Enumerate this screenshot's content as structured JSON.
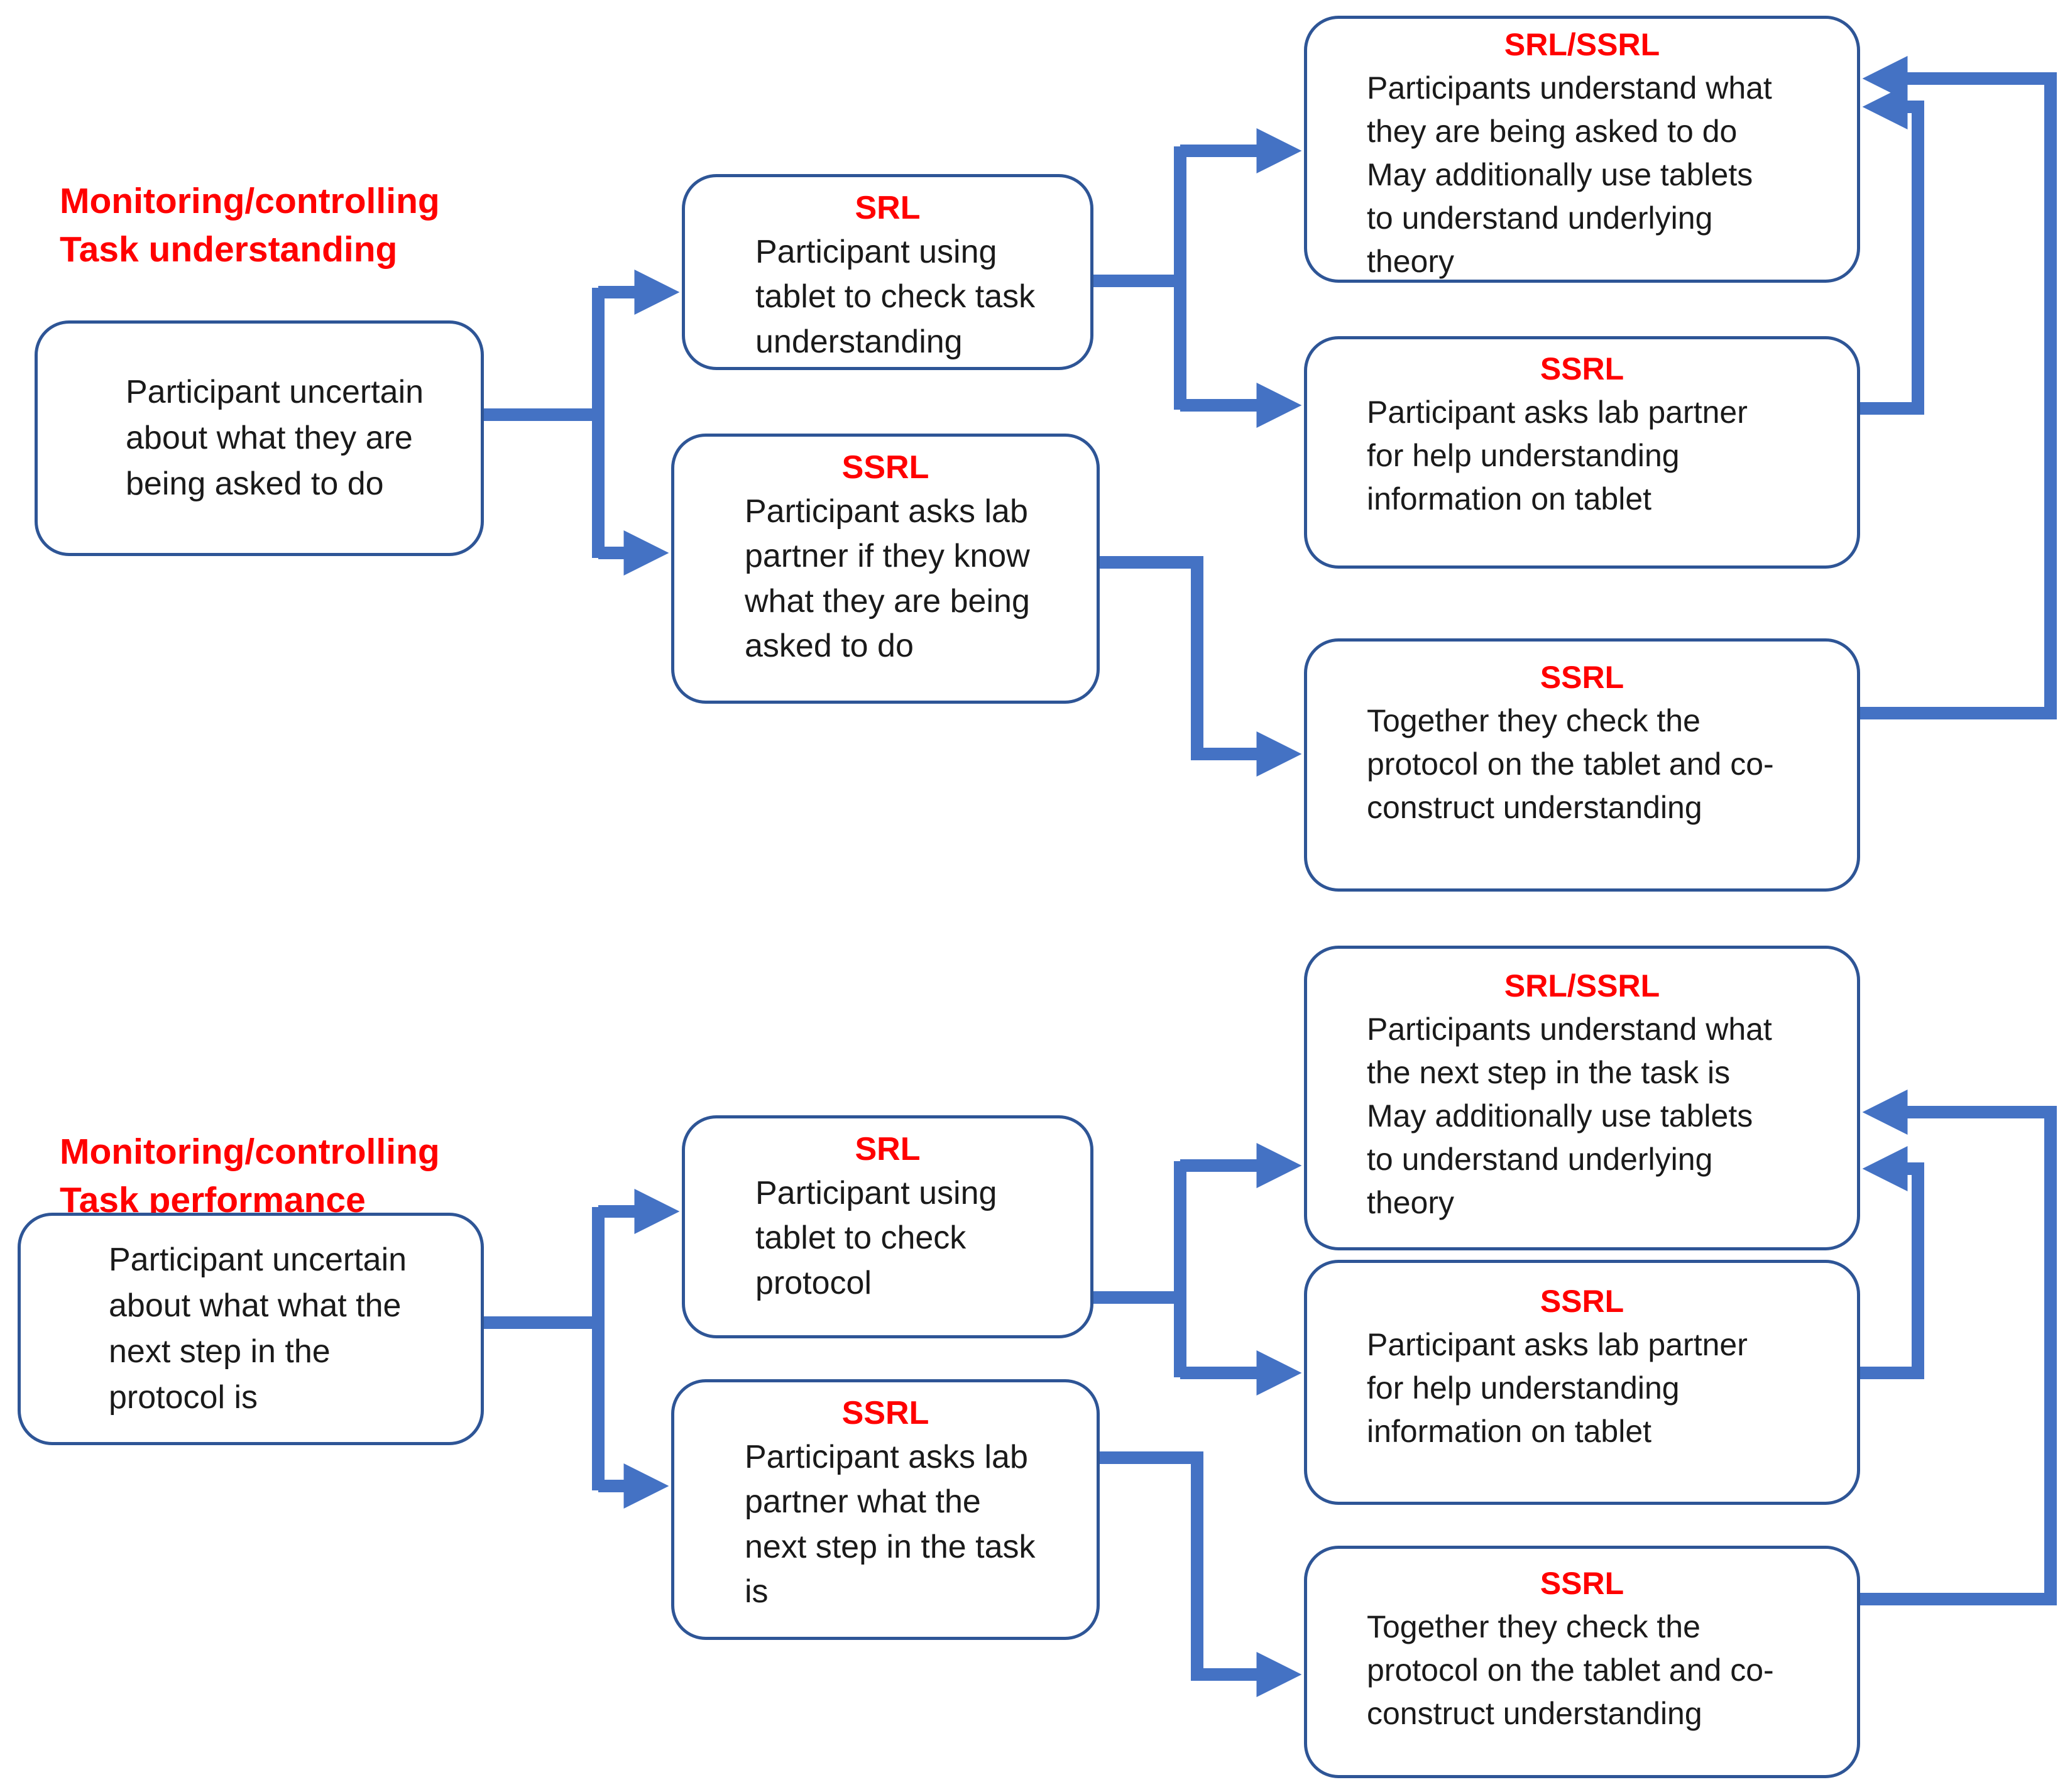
{
  "colors": {
    "connector_blue": "#4472C4",
    "border_blue": "#2E5596",
    "heading_red": "#FF0000",
    "body_text": "#1A1A1A"
  },
  "sections": [
    {
      "heading": "Monitoring/controlling\nTask understanding",
      "start_box": "Participant uncertain\nabout what they are\nbeing asked to do",
      "srl_box": {
        "title": "SRL",
        "body": "Participant using\ntablet to check task\nunderstanding"
      },
      "ssrl_ask_box": {
        "title": "SSRL",
        "body": "Participant asks lab\npartner if they know\nwhat they are being\nasked to do"
      },
      "outcome_box": {
        "title": "SRL/SSRL",
        "body": "Participants understand what\nthey are being asked to do\nMay additionally use tablets\nto understand underlying\ntheory"
      },
      "ssrl_help_box": {
        "title": "SSRL",
        "body": "Participant asks lab partner\nfor help understanding\ninformation on tablet"
      },
      "ssrl_together_box": {
        "title": "SSRL",
        "body": "Together they check the\nprotocol on the tablet and co-\nconstruct understanding"
      }
    },
    {
      "heading": "Monitoring/controlling\nTask performance",
      "start_box": "Participant uncertain\nabout what what the\nnext step in the\nprotocol is",
      "srl_box": {
        "title": "SRL",
        "body": "Participant using\ntablet to check\nprotocol"
      },
      "ssrl_ask_box": {
        "title": "SSRL",
        "body": "Participant asks lab\npartner what the\nnext step in the task\nis"
      },
      "outcome_box": {
        "title": "SRL/SSRL",
        "body": "Participants understand what\nthe next step in the task is\nMay additionally use tablets\nto understand underlying\ntheory"
      },
      "ssrl_help_box": {
        "title": "SSRL",
        "body": "Participant asks lab partner\nfor help understanding\ninformation on tablet"
      },
      "ssrl_together_box": {
        "title": "SSRL",
        "body": "Together they check the\nprotocol on the tablet and co-\nconstruct understanding"
      }
    }
  ]
}
